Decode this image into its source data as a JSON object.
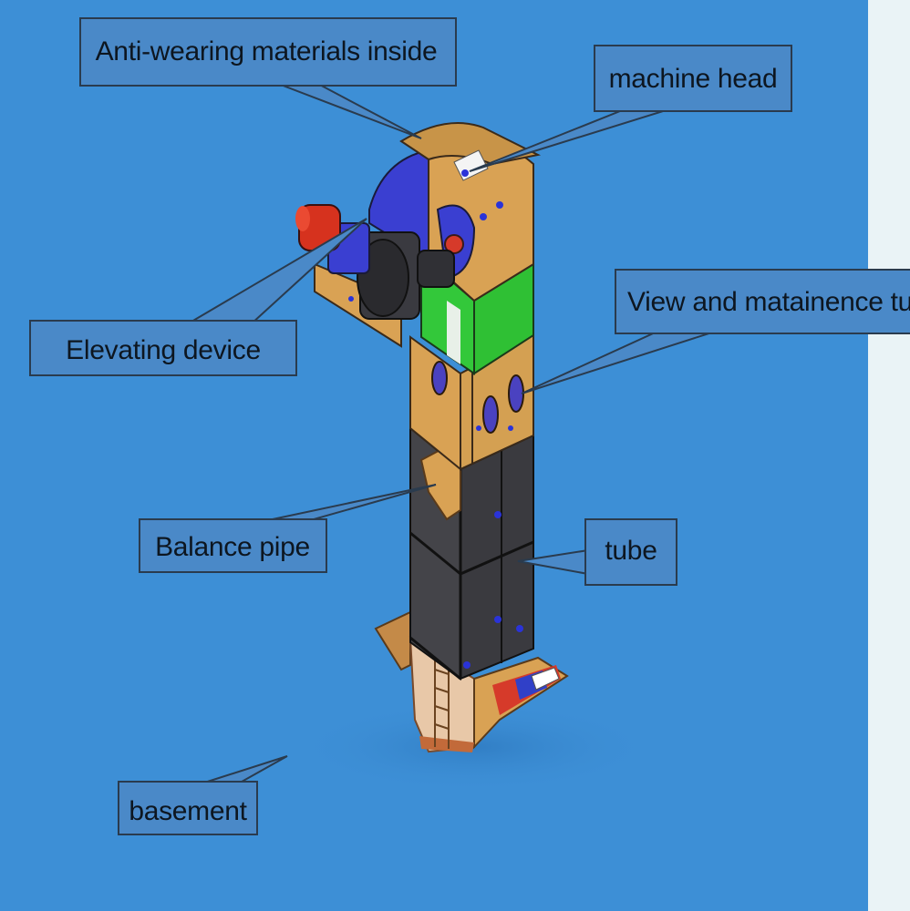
{
  "labels": {
    "anti_wearing": "Anti-wearing materials inside",
    "machine_head": "machine head",
    "view_tube": "View and matainence tube",
    "elevating_device": "Elevating device",
    "balance_pipe": "Balance pipe",
    "tube": "tube",
    "basement": "basement"
  },
  "colors": {
    "background": "#3d8fd6",
    "callout_fill": "#4a89c8",
    "callout_border": "#2a3b4e",
    "head_orange": "#d9a254",
    "head_blue": "#3a3fd1",
    "neck_green": "#33c83a",
    "body_dark": "#3f3f45",
    "motor_red": "#d6321e"
  }
}
